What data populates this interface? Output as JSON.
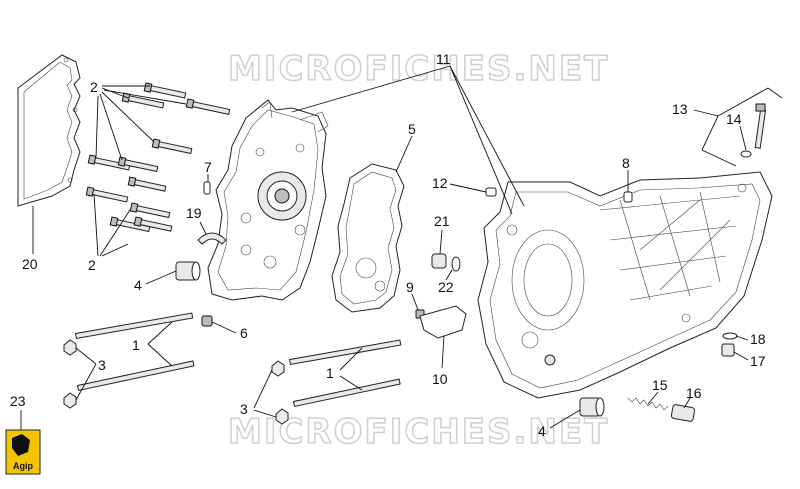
{
  "watermark": {
    "text": "MICROFICHES.NET"
  },
  "logo": {
    "text": "Agip",
    "color": "#f2c500"
  },
  "callouts": [
    {
      "id": "1a",
      "label": "1"
    },
    {
      "id": "1b",
      "label": "1"
    },
    {
      "id": "2a",
      "label": "2"
    },
    {
      "id": "2b",
      "label": "2"
    },
    {
      "id": "3a",
      "label": "3"
    },
    {
      "id": "3b",
      "label": "3"
    },
    {
      "id": "4a",
      "label": "4"
    },
    {
      "id": "4b",
      "label": "4"
    },
    {
      "id": "5",
      "label": "5"
    },
    {
      "id": "6",
      "label": "6"
    },
    {
      "id": "7",
      "label": "7"
    },
    {
      "id": "8",
      "label": "8"
    },
    {
      "id": "9",
      "label": "9"
    },
    {
      "id": "10",
      "label": "10"
    },
    {
      "id": "11",
      "label": "11"
    },
    {
      "id": "12",
      "label": "12"
    },
    {
      "id": "13",
      "label": "13"
    },
    {
      "id": "14",
      "label": "14"
    },
    {
      "id": "15",
      "label": "15"
    },
    {
      "id": "16",
      "label": "16"
    },
    {
      "id": "17",
      "label": "17"
    },
    {
      "id": "18",
      "label": "18"
    },
    {
      "id": "19",
      "label": "19"
    },
    {
      "id": "20",
      "label": "20"
    },
    {
      "id": "21",
      "label": "21"
    },
    {
      "id": "22",
      "label": "22"
    },
    {
      "id": "23",
      "label": "23"
    }
  ]
}
